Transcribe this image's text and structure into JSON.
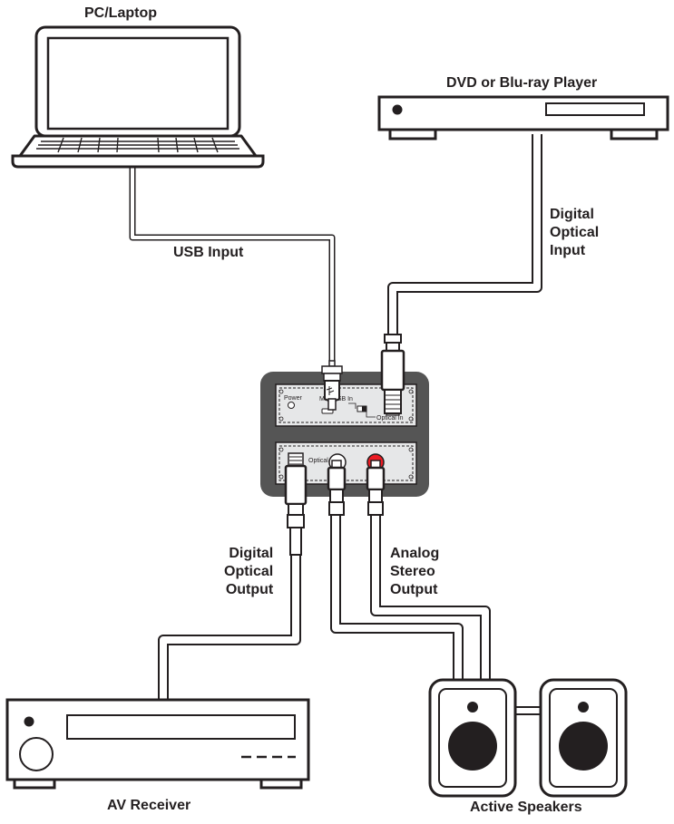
{
  "labels": {
    "pc": "PC/Laptop",
    "dvd": "DVD or Blu-ray Player",
    "usb": "USB Input",
    "opt_in": [
      "Digital",
      "Optical",
      "Input"
    ],
    "opt_out": [
      "Digital",
      "Optical",
      "Output"
    ],
    "analog": [
      "Analog",
      "Stereo",
      "Output"
    ],
    "receiver": "AV Receiver",
    "speakers": "Active Speakers"
  },
  "panel": {
    "power": "Power",
    "mini_usb": "Mini USB In",
    "optical_in": "Optical In",
    "optical_out": "Optical Out"
  },
  "colors": {
    "ink": "#231f20",
    "device_body": "#555555",
    "faceplate": "#e6e7e8",
    "rca_red": "#ed1c24"
  }
}
